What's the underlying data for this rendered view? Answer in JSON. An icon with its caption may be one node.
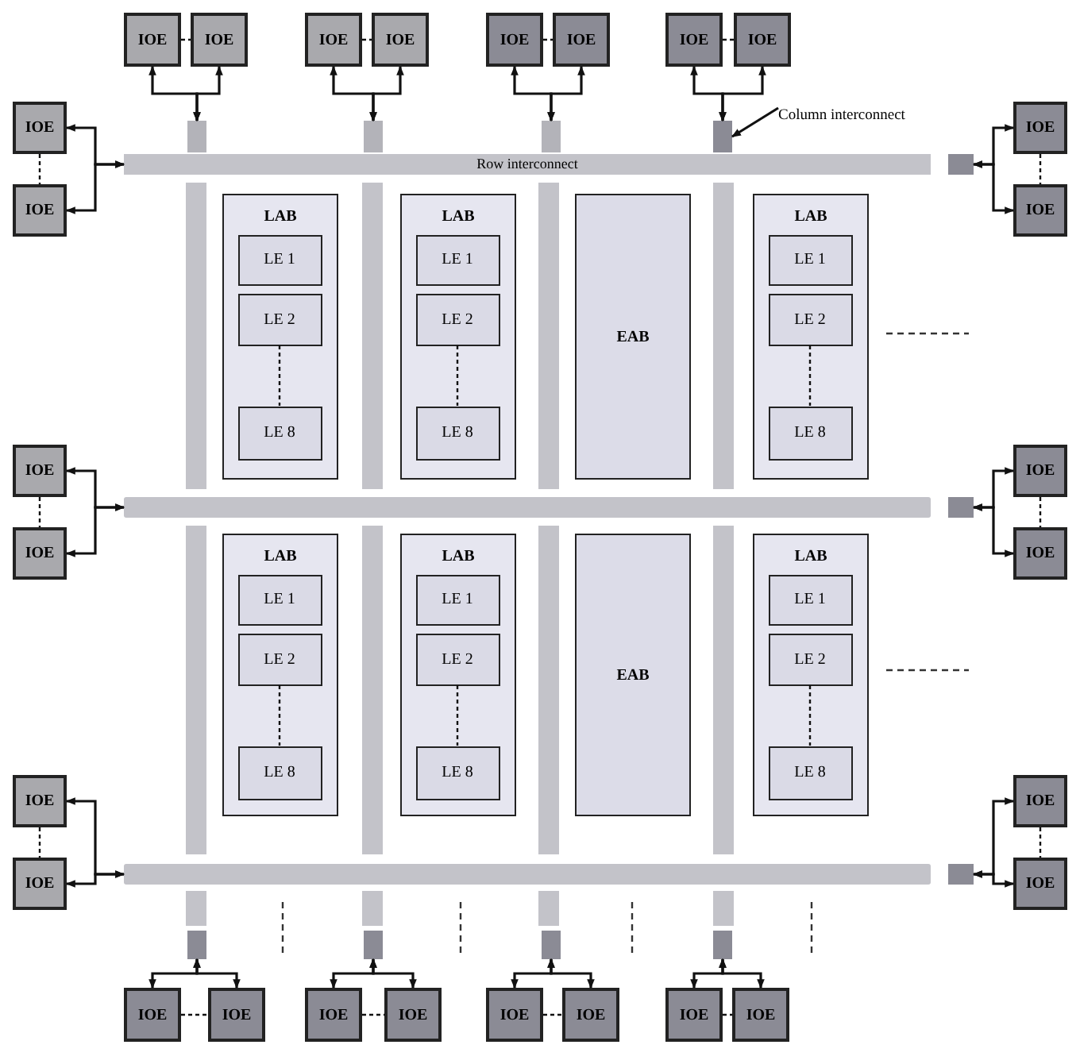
{
  "diagram": {
    "nodes": [
      {
        "text": [
          "IOE"
        ]
      },
      {
        "text": [
          "IOE"
        ]
      },
      {
        "text": [
          "IOE"
        ]
      },
      {
        "text": [
          "IOE"
        ]
      },
      {
        "text": [
          "IOE"
        ]
      },
      {
        "text": [
          "IOE"
        ]
      },
      {
        "text": [
          "IOE"
        ]
      },
      {
        "text": [
          "IOE"
        ]
      },
      {
        "text": [],
        "shape": "box"
      },
      {
        "text": [],
        "shape": "box"
      },
      {
        "text": [],
        "shape": "box"
      },
      {
        "text": [],
        "shape": "box"
      },
      {
        "text": [
          "Column interconnect"
        ]
      },
      {
        "text": [
          "IOE"
        ]
      },
      {
        "text": [
          "IOE"
        ]
      },
      {
        "text": [
          "Row interconnect"
        ]
      },
      {
        "text": [],
        "shape": "box"
      },
      {
        "text": [
          "IOE"
        ]
      },
      {
        "text": [
          "IOE"
        ]
      },
      {
        "text": [
          "LAB"
        ]
      },
      {
        "text": [
          "LE 1"
        ],
        "in": 19
      },
      {
        "text": [
          "LE 2"
        ],
        "in": 19
      },
      {
        "text": [
          "LE 8"
        ],
        "in": 19
      },
      {
        "text": [
          "LAB"
        ]
      },
      {
        "text": [
          "LE 1"
        ],
        "in": 23
      },
      {
        "text": [
          "LE 2"
        ],
        "in": 23
      },
      {
        "text": [
          "LE 8"
        ],
        "in": 23
      },
      {
        "text": [
          "EAB"
        ]
      },
      {
        "text": [
          "LAB"
        ]
      },
      {
        "text": [
          "LE 1"
        ],
        "in": 28
      },
      {
        "text": [
          "LE 2"
        ],
        "in": 28
      },
      {
        "text": [
          "LE 8"
        ],
        "in": 28
      },
      {
        "text": [
          "IOE"
        ]
      },
      {
        "text": [
          "IOE"
        ]
      },
      {
        "text": [],
        "shape": "bar"
      },
      {
        "text": [],
        "shape": "box"
      },
      {
        "text": [
          "IOE"
        ]
      },
      {
        "text": [
          "IOE"
        ]
      },
      {
        "text": [
          "LAB"
        ]
      },
      {
        "text": [
          "LE 1"
        ],
        "in": 38
      },
      {
        "text": [
          "LE 2"
        ],
        "in": 38
      },
      {
        "text": [
          "LE 8"
        ],
        "in": 38
      },
      {
        "text": [
          "LAB"
        ]
      },
      {
        "text": [
          "LE 1"
        ],
        "in": 42
      },
      {
        "text": [
          "LE 2"
        ],
        "in": 42
      },
      {
        "text": [
          "LE 8"
        ],
        "in": 42
      },
      {
        "text": [
          "EAB"
        ]
      },
      {
        "text": [
          "LAB"
        ]
      },
      {
        "text": [
          "LE 1"
        ],
        "in": 47
      },
      {
        "text": [
          "LE 2"
        ],
        "in": 47
      },
      {
        "text": [
          "LE 8"
        ],
        "in": 47
      },
      {
        "text": [
          "IOE"
        ]
      },
      {
        "text": [
          "IOE"
        ]
      },
      {
        "text": [],
        "shape": "bar"
      },
      {
        "text": [],
        "shape": "box"
      },
      {
        "text": [
          "IOE"
        ]
      },
      {
        "text": [
          "IOE"
        ]
      },
      {
        "text": [],
        "shape": "box"
      },
      {
        "text": [],
        "shape": "box"
      },
      {
        "text": [],
        "shape": "box"
      },
      {
        "text": [],
        "shape": "box"
      },
      {
        "text": [
          "IOE"
        ]
      },
      {
        "text": [
          "IOE"
        ]
      },
      {
        "text": [
          "IOE"
        ]
      },
      {
        "text": [
          "IOE"
        ]
      },
      {
        "text": [
          "IOE"
        ]
      },
      {
        "text": [
          "IOE"
        ]
      },
      {
        "text": [
          "IOE"
        ]
      },
      {
        "text": [
          "IOE"
        ]
      }
    ],
    "edges": [
      {
        "from": 8,
        "to": 0,
        "arrow": "both"
      },
      {
        "from": 8,
        "to": 1,
        "arrow": "both"
      },
      {
        "from": 0,
        "to": 1,
        "arrow": "none",
        "style": "dashed"
      },
      {
        "from": 9,
        "to": 2,
        "arrow": "both"
      },
      {
        "from": 9,
        "to": 3,
        "arrow": "both"
      },
      {
        "from": 2,
        "to": 3,
        "arrow": "none",
        "style": "dashed"
      },
      {
        "from": 10,
        "to": 4,
        "arrow": "both"
      },
      {
        "from": 10,
        "to": 5,
        "arrow": "both"
      },
      {
        "from": 4,
        "to": 5,
        "arrow": "none",
        "style": "dashed"
      },
      {
        "from": 11,
        "to": 6,
        "arrow": "both"
      },
      {
        "from": 11,
        "to": 7,
        "arrow": "both"
      },
      {
        "from": 6,
        "to": 7,
        "arrow": "none",
        "style": "dashed"
      },
      {
        "from": 12,
        "to": 11,
        "arrow": "to"
      },
      {
        "from": 15,
        "to": 13,
        "arrow": "both"
      },
      {
        "from": 15,
        "to": 14,
        "arrow": "both"
      },
      {
        "from": 13,
        "to": 14,
        "arrow": "none",
        "style": "dashed"
      },
      {
        "from": 16,
        "to": 17,
        "arrow": "both"
      },
      {
        "from": 16,
        "to": 18,
        "arrow": "both"
      },
      {
        "from": 17,
        "to": 18,
        "arrow": "none",
        "style": "dashed"
      },
      {
        "from": 21,
        "to": 22,
        "arrow": "none",
        "style": "dashed"
      },
      {
        "from": 25,
        "to": 26,
        "arrow": "none",
        "style": "dashed"
      },
      {
        "from": 30,
        "to": 31,
        "arrow": "none",
        "style": "dashed"
      },
      {
        "from": 34,
        "to": 32,
        "arrow": "both"
      },
      {
        "from": 34,
        "to": 33,
        "arrow": "both"
      },
      {
        "from": 32,
        "to": 33,
        "arrow": "none",
        "style": "dashed"
      },
      {
        "from": 35,
        "to": 36,
        "arrow": "both"
      },
      {
        "from": 35,
        "to": 37,
        "arrow": "both"
      },
      {
        "from": 36,
        "to": 37,
        "arrow": "none",
        "style": "dashed"
      },
      {
        "from": 40,
        "to": 41,
        "arrow": "none",
        "style": "dashed"
      },
      {
        "from": 44,
        "to": 45,
        "arrow": "none",
        "style": "dashed"
      },
      {
        "from": 49,
        "to": 50,
        "arrow": "none",
        "style": "dashed"
      },
      {
        "from": 53,
        "to": 51,
        "arrow": "both"
      },
      {
        "from": 53,
        "to": 52,
        "arrow": "both"
      },
      {
        "from": 51,
        "to": 52,
        "arrow": "none",
        "style": "dashed"
      },
      {
        "from": 54,
        "to": 55,
        "arrow": "both"
      },
      {
        "from": 54,
        "to": 56,
        "arrow": "both"
      },
      {
        "from": 55,
        "to": 56,
        "arrow": "none",
        "style": "dashed"
      },
      {
        "from": 57,
        "to": 61,
        "arrow": "both"
      },
      {
        "from": 57,
        "to": 62,
        "arrow": "both"
      },
      {
        "from": 61,
        "to": 62,
        "arrow": "none",
        "style": "dashed"
      },
      {
        "from": 58,
        "to": 63,
        "arrow": "both"
      },
      {
        "from": 58,
        "to": 64,
        "arrow": "both"
      },
      {
        "from": 63,
        "to": 64,
        "arrow": "none",
        "style": "dashed"
      },
      {
        "from": 59,
        "to": 65,
        "arrow": "both"
      },
      {
        "from": 59,
        "to": 66,
        "arrow": "both"
      },
      {
        "from": 65,
        "to": 66,
        "arrow": "none",
        "style": "dashed"
      },
      {
        "from": 60,
        "to": 67,
        "arrow": "both"
      },
      {
        "from": 60,
        "to": 68,
        "arrow": "both"
      },
      {
        "from": 67,
        "to": 68,
        "arrow": "none",
        "style": "dashed"
      }
    ]
  }
}
